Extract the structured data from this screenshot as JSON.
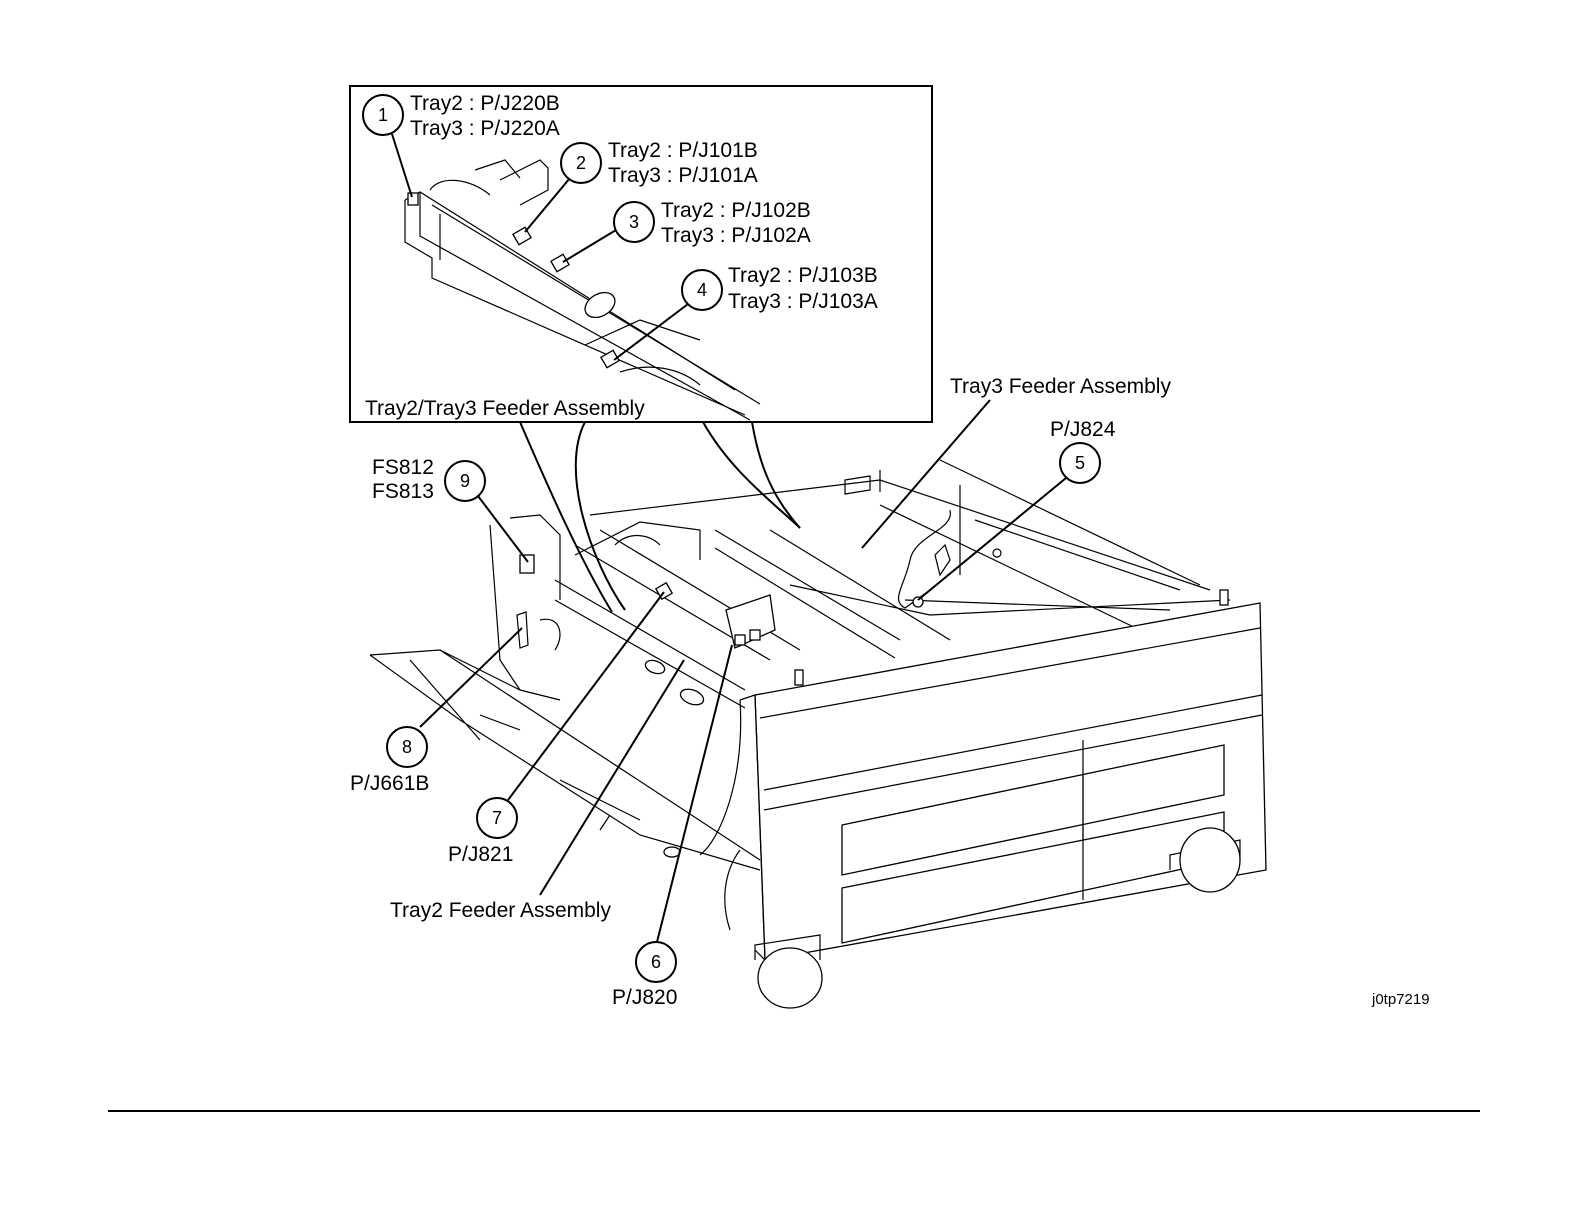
{
  "inset": {
    "title": "Tray2/Tray3 Feeder Assembly",
    "callouts": [
      {
        "num": "1",
        "line1": "Tray2 : P/J220B",
        "line2": "Tray3 : P/J220A"
      },
      {
        "num": "2",
        "line1": "Tray2 : P/J101B",
        "line2": "Tray3 : P/J101A"
      },
      {
        "num": "3",
        "line1": "Tray2 : P/J102B",
        "line2": "Tray3 : P/J102A"
      },
      {
        "num": "4",
        "line1": "Tray2 : P/J103B",
        "line2": "Tray3 : P/J103A"
      }
    ]
  },
  "main": {
    "tray3_label": "Tray3 Feeder Assembly",
    "tray2_label": "Tray2 Feeder Assembly",
    "callouts": [
      {
        "num": "5",
        "label": "P/J824"
      },
      {
        "num": "6",
        "label": "P/J820"
      },
      {
        "num": "7",
        "label": "P/J821"
      },
      {
        "num": "8",
        "label": "P/J661B"
      },
      {
        "num": "9",
        "line1": "FS812",
        "line2": "FS813"
      }
    ]
  },
  "figure_id": "j0tp7219"
}
